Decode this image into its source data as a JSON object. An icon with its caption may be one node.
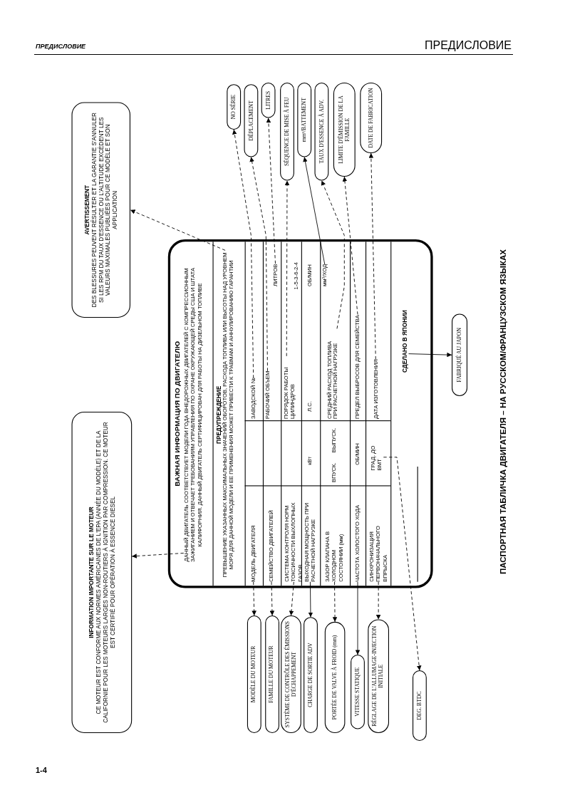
{
  "diagram": {
    "caption": "ПАСПОРТНАЯ ТАБЛИЧКА ДВИГАТЕЛЯ – НА РУССКОМ/ФРАНЦУЗСКОМ ЯЗЫКАХ",
    "nodes": [
      {
        "text": [
          "INFORMATION IMPORTANTE SUR LE MOTEUR",
          "CE MOTEUR EST CONFORME AUX NORMES AMÉRICAINES DE L'EPA (ANNÉE DU MODÈLE) ET DE LA CALIFORNIE POUR LES MOTEURS LARGES NON-ROUTIERS À IGNITION PAR COMPRESSION. CE MOTEUR EST CERTIFIÉ POUR OPÉRATION À ESSENCE DIESEL"
        ]
      },
      {
        "text": [
          "AVERTISSEMENT",
          "DES BLESSURES PEUVENT RÉSULTER ET LA GARANTIE S'ANNULER SI LES RPM DU TAUX D'ESSENCE OU L'ALTITUDE EXCÈDENT LES VALEURS MAXIMALES PUBLIÉES POUR CE MODÈLE ET SON APPLICATION"
        ]
      },
      {
        "text": [
          "ВАЖНАЯ ИНФОРМАЦИЯ ПО ДВИГАТЕЛЮ"
        ]
      },
      {
        "text": [
          "ДАННЫЙ ДВИГАТЕЛЬ СООТВЕТСТВУЕТ МОДЕЛИ ГОДА ВНЕДОРОЖНЫХ ДВИГАТЕЛЕЙ С КОМПРЕССИОННЫМ ЗАЖИГАНИЕМ И ОТВЕЧАЕТ ТРЕБОВАНИЯМ УПРАВЛЕНИЯ ПО ОХРАНЕ ОКРУЖАЮЩЕЙ СРЕДЫ США И ШТАТА КАЛИФОРНИЯ. ДАННЫЙ ДВИГАТЕЛЬ СЕРТИФИЦИРОВАН ДЛЯ РАБОТЫ НА ДИЗЕЛЬНОМ ТОПЛИВЕ"
        ],
        "in": 2
      },
      {
        "text": [
          "ПРЕДУПРЕЖДЕНИЕ",
          "ПРЕВЫШЕНИЕ УКАЗАННЫХ МАКСИМАЛЬНЫХ ЗНАЧЕНИЙ ОБОРОТОВ, РАСХОДА ТОПЛИВА ИЛИ ВЫСОТЫ НАД УРОВНЕМ МОРЯ ДЛЯ ДАННОЙ МОДЕЛИ И ЕЕ ПРИМЕНЕНИЯ МОЖЕТ ПРИВЕСТИ К ТРАВМАМ И АННУЛИРОВАНИЮ ГАРАНТИИ"
        ],
        "in": 2
      },
      {
        "text": [
          "МОДЕЛЬ ДВИГАТЕЛЯ"
        ],
        "in": 2
      },
      {
        "text": [
          "ЗАВОДСКОЙ №"
        ],
        "in": 2
      },
      {
        "text": [
          "СЕМЕЙСТВО ДВИГАТЕЛЕЙ"
        ],
        "in": 2
      },
      {
        "text": [
          "РАБОЧИЙ ОБЪЕМ"
        ],
        "in": 2
      },
      {
        "text": [
          "ЛИТРОВ"
        ],
        "in": 2
      },
      {
        "text": [
          "СИСТЕМА КОНТРОЛЯ НОРМ ТОКСИЧНОСТИ ВЫХЛОПНЫХ ГАЗОВ"
        ],
        "in": 2
      },
      {
        "text": [
          "ПОРЯДОК РАБОТЫ ЦИЛИНДРОВ"
        ],
        "in": 2
      },
      {
        "text": [
          "1-5-3-6-2-4"
        ],
        "in": 2
      },
      {
        "text": [
          "ВЫХОДНАЯ МОЩНОСТЬ ПРИ РАСЧЕТНОЙ НАГРУЗКЕ"
        ],
        "in": 2
      },
      {
        "text": [
          "кВт"
        ],
        "in": 2
      },
      {
        "text": [
          "Л.С."
        ],
        "in": 2
      },
      {
        "text": [
          "ОБ/МИН"
        ],
        "in": 2
      },
      {
        "text": [
          "ЗАЗОР КЛАПАНА В ХОЛОДНОМ СОСТОЯНИИ (мм)"
        ],
        "in": 2
      },
      {
        "text": [
          "ВПУСК."
        ],
        "in": 2
      },
      {
        "text": [
          "ВЫПУСК."
        ],
        "in": 2
      },
      {
        "text": [
          "СРЕДНИЙ РАСХОД ТОПЛИВА ПРИ РАСЧЕТНОЙ НАГРУЗКЕ"
        ],
        "in": 2
      },
      {
        "text": [
          "мм³/ХОД"
        ],
        "in": 2
      },
      {
        "text": [
          "ЧАСТОТА ХОЛОСТОГО ХОДА"
        ],
        "in": 2
      },
      {
        "text": [
          "ОБ/МИН"
        ],
        "in": 2
      },
      {
        "text": [
          "ПРЕДЕЛ ВЫБРОСОВ ДЛЯ СЕМЕЙСТВА"
        ],
        "in": 2
      },
      {
        "text": [
          "СИНХРОНИЗАЦИЯ ПЕРВОНАЧАЛЬНОГО ВПРЫСКА"
        ],
        "in": 2
      },
      {
        "text": [
          "ГРАД. ДО ВМТ"
        ],
        "in": 2
      },
      {
        "text": [
          "ДАТА ИЗГОТОВЛЕНИЯ"
        ],
        "in": 2
      },
      {
        "text": [
          "СДЕЛАНО В ЯПОНИИ"
        ],
        "in": 2
      },
      {
        "text": [
          "MODÈLE DU MOTEUR"
        ]
      },
      {
        "text": [
          "FAMILLE DU MOTEUR"
        ]
      },
      {
        "text": [
          "SYSTÈME DE CONTRÔLE DES ÉMISSIONS D'ÉCHAPPEMENT"
        ]
      },
      {
        "text": [
          "CHARGE DE SORTIE ADV"
        ]
      },
      {
        "text": [
          "PORTÉE DE VALVE À FROID (mm)"
        ]
      },
      {
        "text": [
          "VITESSE STATIQUE"
        ]
      },
      {
        "text": [
          "RÉGLAGE DE L'ALLUMAGE-INJECTION INITIALE"
        ]
      },
      {
        "text": [
          "DEG. BTDC"
        ]
      },
      {
        "text": [
          "NO SÉRIE"
        ]
      },
      {
        "text": [
          "DÉPLACEMENT"
        ]
      },
      {
        "text": [
          "LITRES"
        ]
      },
      {
        "text": [
          "SÉQUENCE DE MISE À FEU"
        ]
      },
      {
        "text": [
          "mm³/BATTEMENT"
        ]
      },
      {
        "text": [
          "TAUX D'ESSENCE À ADV."
        ]
      },
      {
        "text": [
          "LIMITE D'ÉMISSION DE LA FAMILLE"
        ]
      },
      {
        "text": [
          "DATE DE FABRICATION"
        ]
      },
      {
        "text": [
          "FABRIQUÉ AU JAPON"
        ]
      }
    ],
    "edges": [
      {
        "from": 3,
        "to": 0,
        "arrow": "to",
        "style": "dashed"
      },
      {
        "from": 4,
        "to": 1,
        "arrow": "to",
        "style": "dashed"
      },
      {
        "from": 5,
        "to": 29,
        "arrow": "to",
        "style": "dashed"
      },
      {
        "from": 7,
        "to": 30,
        "arrow": "to",
        "style": "dashed"
      },
      {
        "from": 10,
        "to": 31,
        "arrow": "to",
        "style": "dashed"
      },
      {
        "from": 13,
        "to": 32,
        "arrow": "to"
      },
      {
        "from": 17,
        "to": 33,
        "arrow": "to",
        "style": "dashed"
      },
      {
        "from": 22,
        "to": 34,
        "arrow": "to"
      },
      {
        "from": 25,
        "to": 35,
        "arrow": "to",
        "style": "dashed"
      },
      {
        "from": 26,
        "to": 36,
        "arrow": "to",
        "style": "dashed"
      },
      {
        "from": 6,
        "to": 37,
        "arrow": "to",
        "style": "dashed"
      },
      {
        "from": 8,
        "to": 38,
        "arrow": "to",
        "style": "dashed"
      },
      {
        "from": 9,
        "to": 39,
        "arrow": "to",
        "style": "dashed"
      },
      {
        "from": 11,
        "to": 40,
        "arrow": "to",
        "style": "dashed"
      },
      {
        "from": 21,
        "to": 41,
        "arrow": "to"
      },
      {
        "from": 20,
        "to": 42,
        "arrow": "to",
        "style": "dashed"
      },
      {
        "from": 24,
        "to": 43,
        "arrow": "to",
        "style": "dashed"
      },
      {
        "from": 27,
        "to": 44,
        "arrow": "to",
        "style": "dashed"
      },
      {
        "from": 28,
        "to": 45,
        "arrow": "to"
      }
    ],
    "labels": [
      "ПРЕДИСЛОВИЕ",
      "ПРЕДИСЛОВИЕ",
      "1-4"
    ]
  }
}
